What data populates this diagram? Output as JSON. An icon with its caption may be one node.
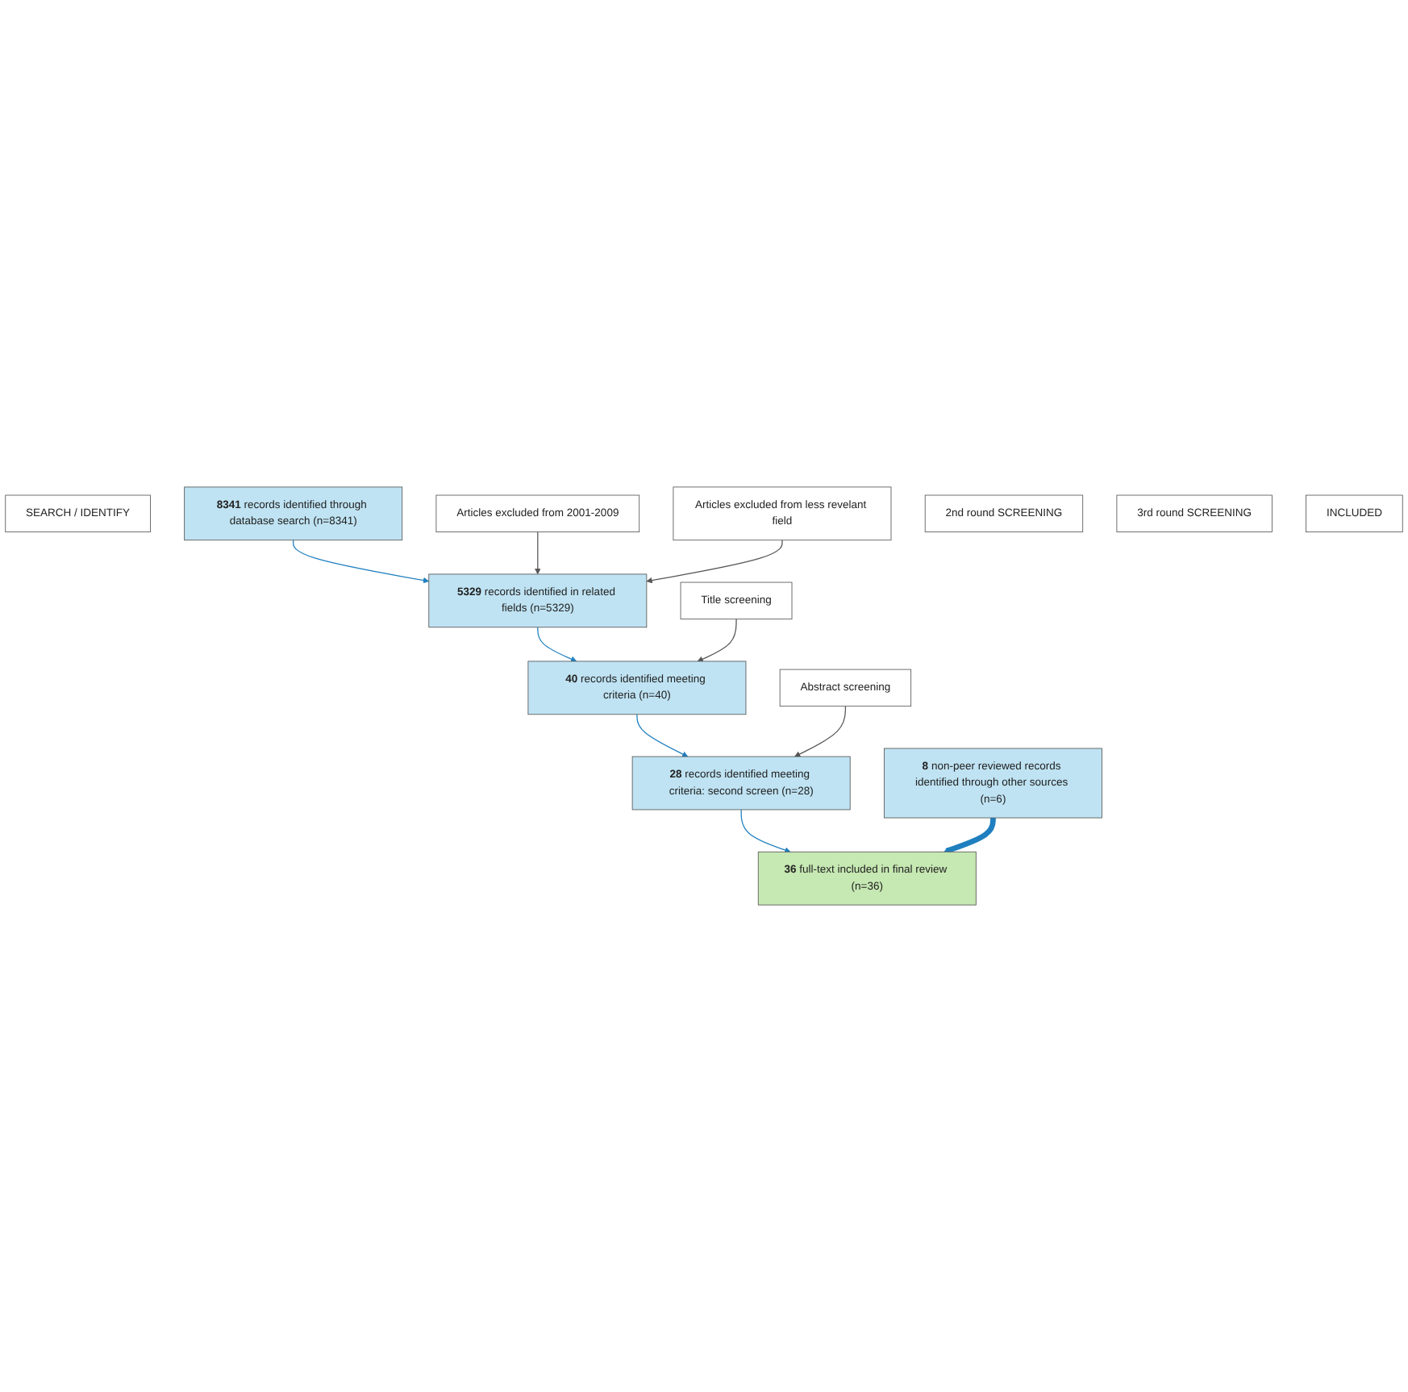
{
  "diagram": {
    "nodes": [
      {
        "text": [
          "SEARCH / IDENTIFY"
        ]
      },
      {
        "text": [
          "**8341** records identified through database search (n=8341)"
        ]
      },
      {
        "text": [
          "Articles excluded from 2001-2009"
        ]
      },
      {
        "text": [
          "**5329** records identified in related fields (n=5329)"
        ]
      },
      {
        "text": [
          "Articles excluded from less revelant field"
        ]
      },
      {
        "text": [
          "2nd round SCREENING"
        ]
      },
      {
        "text": [
          "**40** records identified meeting criteria (n=40)"
        ]
      },
      {
        "text": [
          "Title screening"
        ]
      },
      {
        "text": [
          "3rd round SCREENING"
        ]
      },
      {
        "text": [
          "**28** records identified meeting criteria: second screen (n=28)"
        ]
      },
      {
        "text": [
          "Abstract screening"
        ]
      },
      {
        "text": [
          "INCLUDED"
        ]
      },
      {
        "text": [
          "**36** full-text included in final review (n=36)"
        ]
      },
      {
        "text": [
          "**8** non-peer reviewed records identified through other sources (n=6)"
        ]
      }
    ],
    "edges": [
      {
        "from": 1,
        "to": 3,
        "arrow": "to"
      },
      {
        "from": 2,
        "to": 3,
        "arrow": "to",
        "color": "#555555"
      },
      {
        "from": 4,
        "to": 3,
        "arrow": "to",
        "color": "#555555"
      },
      {
        "from": 3,
        "to": 6,
        "arrow": "to"
      },
      {
        "from": 7,
        "to": 6,
        "arrow": "to",
        "color": "#555555"
      },
      {
        "from": 6,
        "to": 9,
        "arrow": "to"
      },
      {
        "from": 10,
        "to": 9,
        "arrow": "to",
        "color": "#555555"
      },
      {
        "from": 9,
        "to": 12,
        "arrow": "to"
      },
      {
        "from": 13,
        "to": 12,
        "arrow": "to",
        "style": "thick"
      }
    ]
  }
}
